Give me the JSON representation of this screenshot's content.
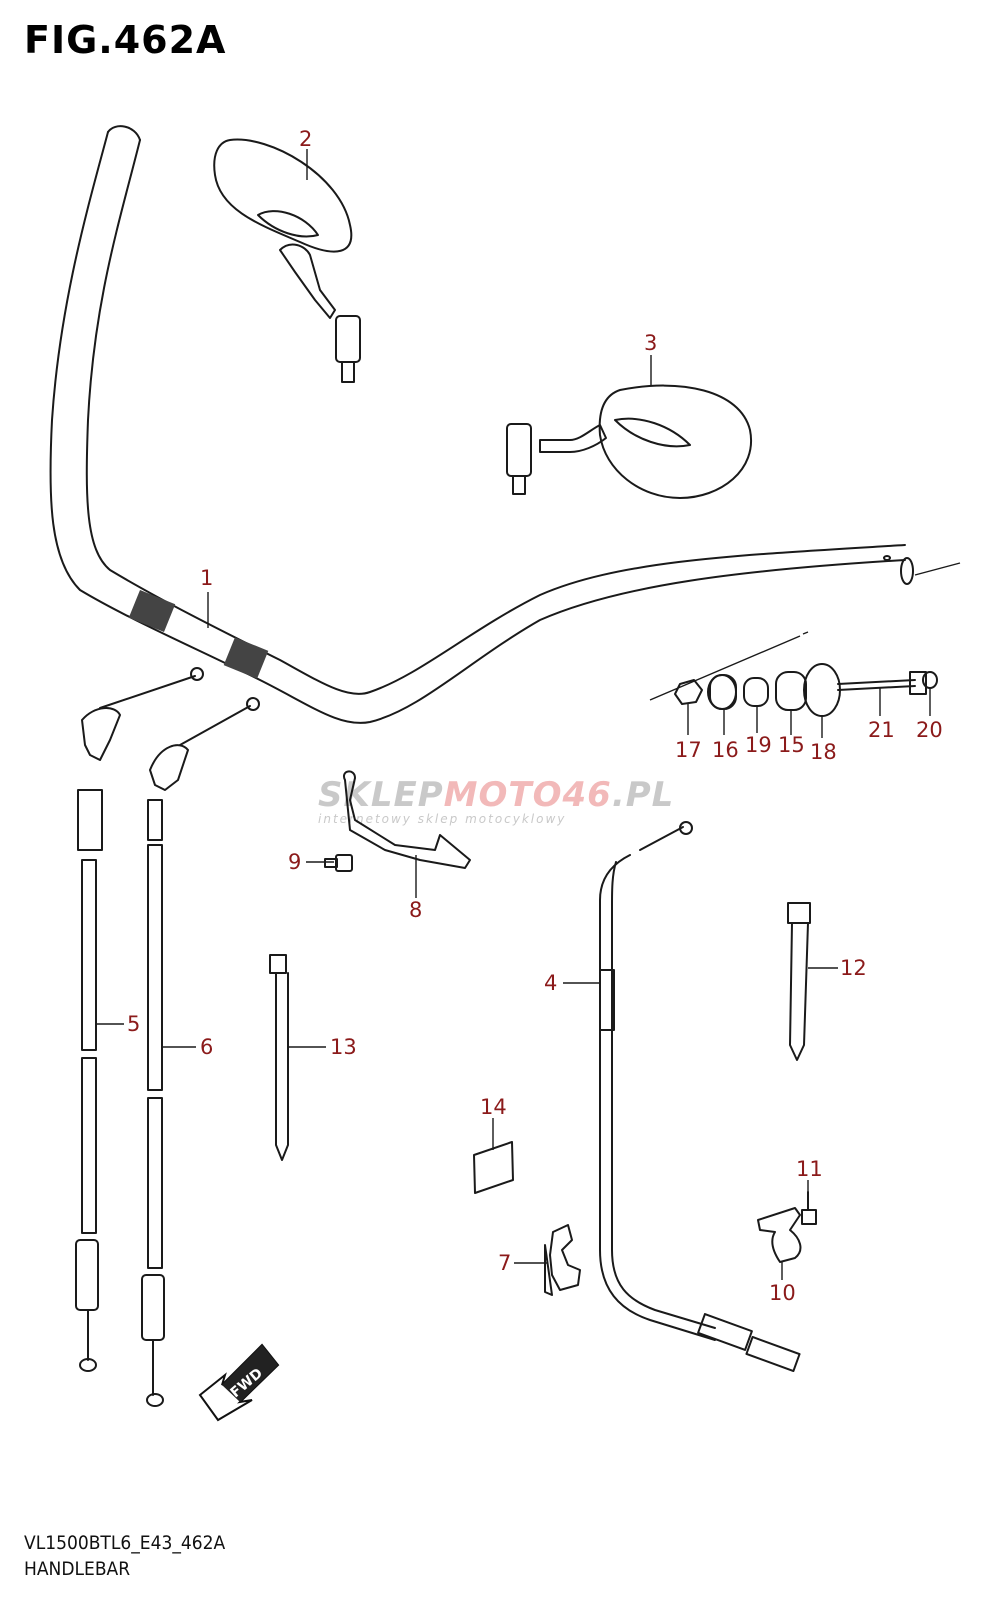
{
  "figure": {
    "title": "FIG.462A",
    "model_code": "VL1500BTL6_E43_462A",
    "caption": "HANDLEBAR"
  },
  "watermark": {
    "brand_gray": "SKLEP",
    "brand_red": "MOTO46",
    "brand_tail": ".PL",
    "tagline": "internetowy sklep motocyklowy"
  },
  "fwd_label": "FWD",
  "callouts": [
    {
      "id": "1"
    },
    {
      "id": "2"
    },
    {
      "id": "3"
    },
    {
      "id": "4"
    },
    {
      "id": "5"
    },
    {
      "id": "6"
    },
    {
      "id": "7"
    },
    {
      "id": "8"
    },
    {
      "id": "9"
    },
    {
      "id": "10"
    },
    {
      "id": "11"
    },
    {
      "id": "12"
    },
    {
      "id": "13"
    },
    {
      "id": "14"
    },
    {
      "id": "15"
    },
    {
      "id": "16"
    },
    {
      "id": "17"
    },
    {
      "id": "18"
    },
    {
      "id": "19"
    },
    {
      "id": "20"
    },
    {
      "id": "21"
    }
  ],
  "colors": {
    "callout": "#8b1a1a",
    "line": "#1a1a1a"
  }
}
